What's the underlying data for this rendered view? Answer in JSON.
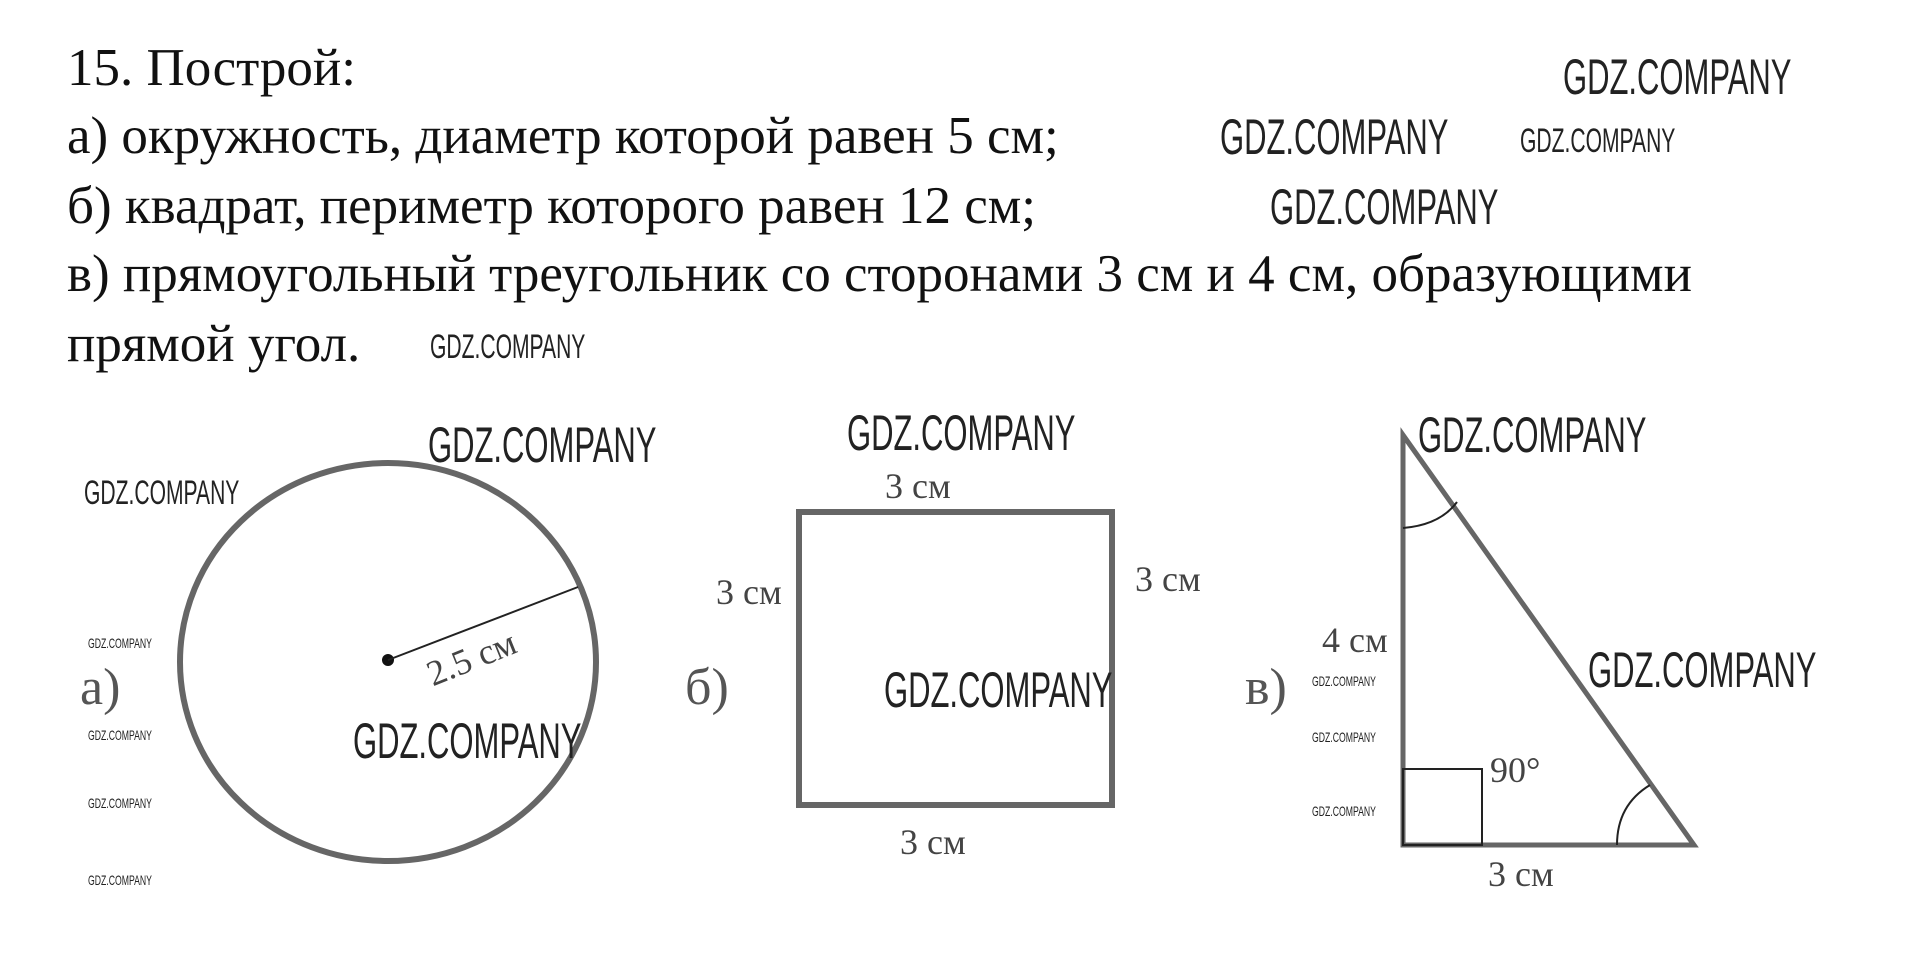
{
  "task": {
    "title": "15. Построй:",
    "items": [
      "а) окружность, диаметр которой равен 5 см;",
      "б) квадрат, периметр которого равен 12 см;",
      "в) прямоугольный треугольник со сторонами 3 см и 4 см, образующими",
      "прямой угол."
    ]
  },
  "figures": {
    "circle": {
      "marker": "а)",
      "radius_label": "2.5 см"
    },
    "square": {
      "marker": "б)",
      "top": "3 см",
      "left": "3 см",
      "right": "3 см",
      "bottom": "3 см"
    },
    "triangle": {
      "marker": "в)",
      "leg_vertical": "4 см",
      "leg_horizontal": "3 см",
      "right_angle": "90°"
    }
  },
  "watermark": "GDZ.COMPANY"
}
